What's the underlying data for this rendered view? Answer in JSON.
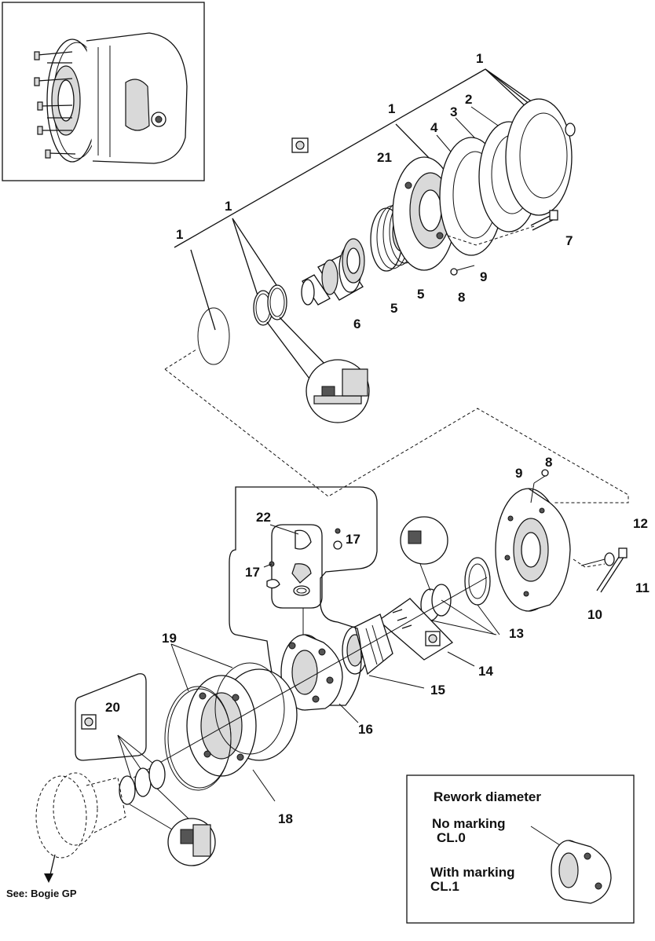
{
  "callouts": {
    "c1a": "1",
    "c1b": "1",
    "c1c": "1",
    "c1d": "1",
    "c2": "2",
    "c3": "3",
    "c4": "4",
    "c21": "21",
    "c7": "7",
    "c9a": "9",
    "c8a": "8",
    "c5a": "5",
    "c5b": "5",
    "c6": "6",
    "c8b": "8",
    "c9b": "9",
    "c22": "22",
    "c17a": "17",
    "c17b": "17",
    "c12": "12",
    "c11": "11",
    "c10": "10",
    "c13": "13",
    "c14": "14",
    "c15": "15",
    "c16": "16",
    "c19": "19",
    "c20": "20",
    "c18": "18"
  },
  "note": {
    "title": "Rework diameter",
    "line1a": "No marking",
    "line1b": "CL.0",
    "line2a": "With marking",
    "line2b": "CL.1"
  },
  "reference": {
    "see": "See: Bogie GP"
  }
}
